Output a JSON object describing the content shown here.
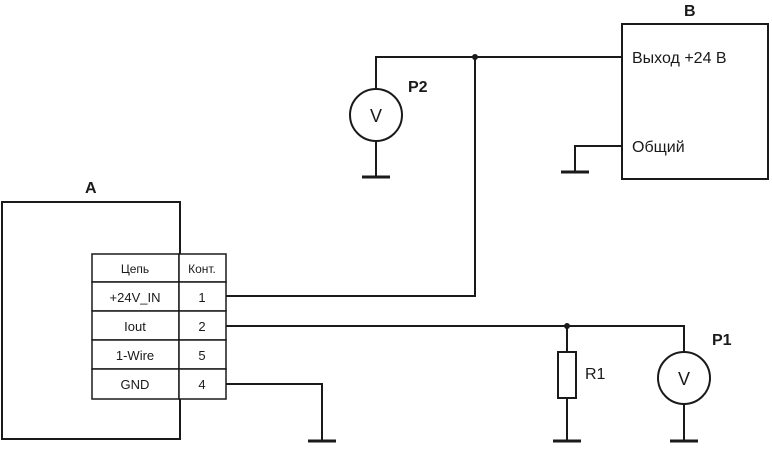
{
  "labels": {
    "device_a": "A",
    "device_b": "B",
    "output_24v": "Выход +24 В",
    "common": "Общий",
    "p1": "P1",
    "p2": "P2",
    "r1": "R1",
    "volt_symbol": "V"
  },
  "table": {
    "headers": [
      "Цепь",
      "Конт."
    ],
    "rows": [
      {
        "circuit": "+24V_IN",
        "pin": "1"
      },
      {
        "circuit": "Iout",
        "pin": "2"
      },
      {
        "circuit": "1-Wire",
        "pin": "5"
      },
      {
        "circuit": "GND",
        "pin": "4"
      }
    ]
  }
}
